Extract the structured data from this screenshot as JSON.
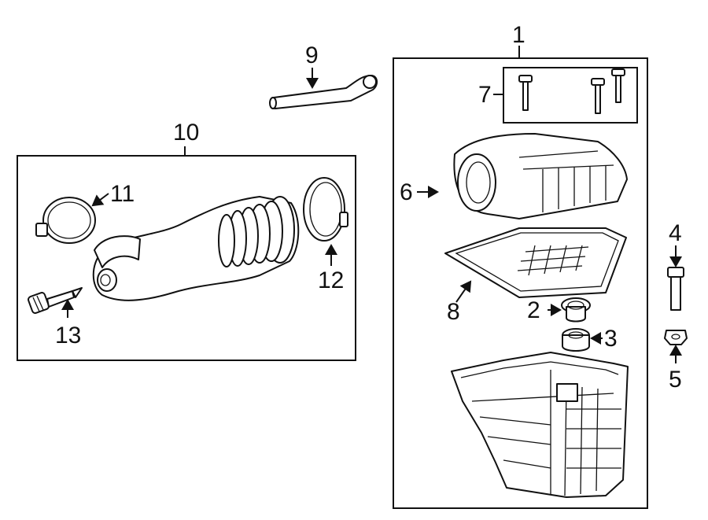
{
  "callouts": {
    "c1": "1",
    "c2": "2",
    "c3": "3",
    "c4": "4",
    "c5": "5",
    "c6": "6",
    "c7": "7",
    "c8": "8",
    "c9": "9",
    "c10": "10",
    "c11": "11",
    "c12": "12",
    "c13": "13"
  },
  "colors": {
    "line": "#111111",
    "background": "#ffffff"
  },
  "parts": [
    "air-cleaner-assembly",
    "grommet",
    "grommet-lower",
    "bolt",
    "nut",
    "air-cleaner-cover",
    "cover-screws",
    "air-filter-element",
    "vent-hose",
    "intake-duct-assembly",
    "clamp-front",
    "clamp-rear",
    "sensor"
  ]
}
